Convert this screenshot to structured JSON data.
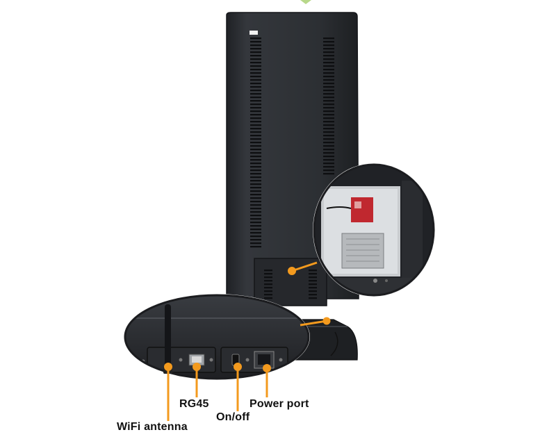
{
  "labels": {
    "rg45": "RG45",
    "power_port": "Power port",
    "on_off": "On/off",
    "wifi_antenna": "WiFi antenna"
  },
  "colors": {
    "accent": "#f39a1e",
    "body": "#2b2d31",
    "background": "#ffffff"
  }
}
